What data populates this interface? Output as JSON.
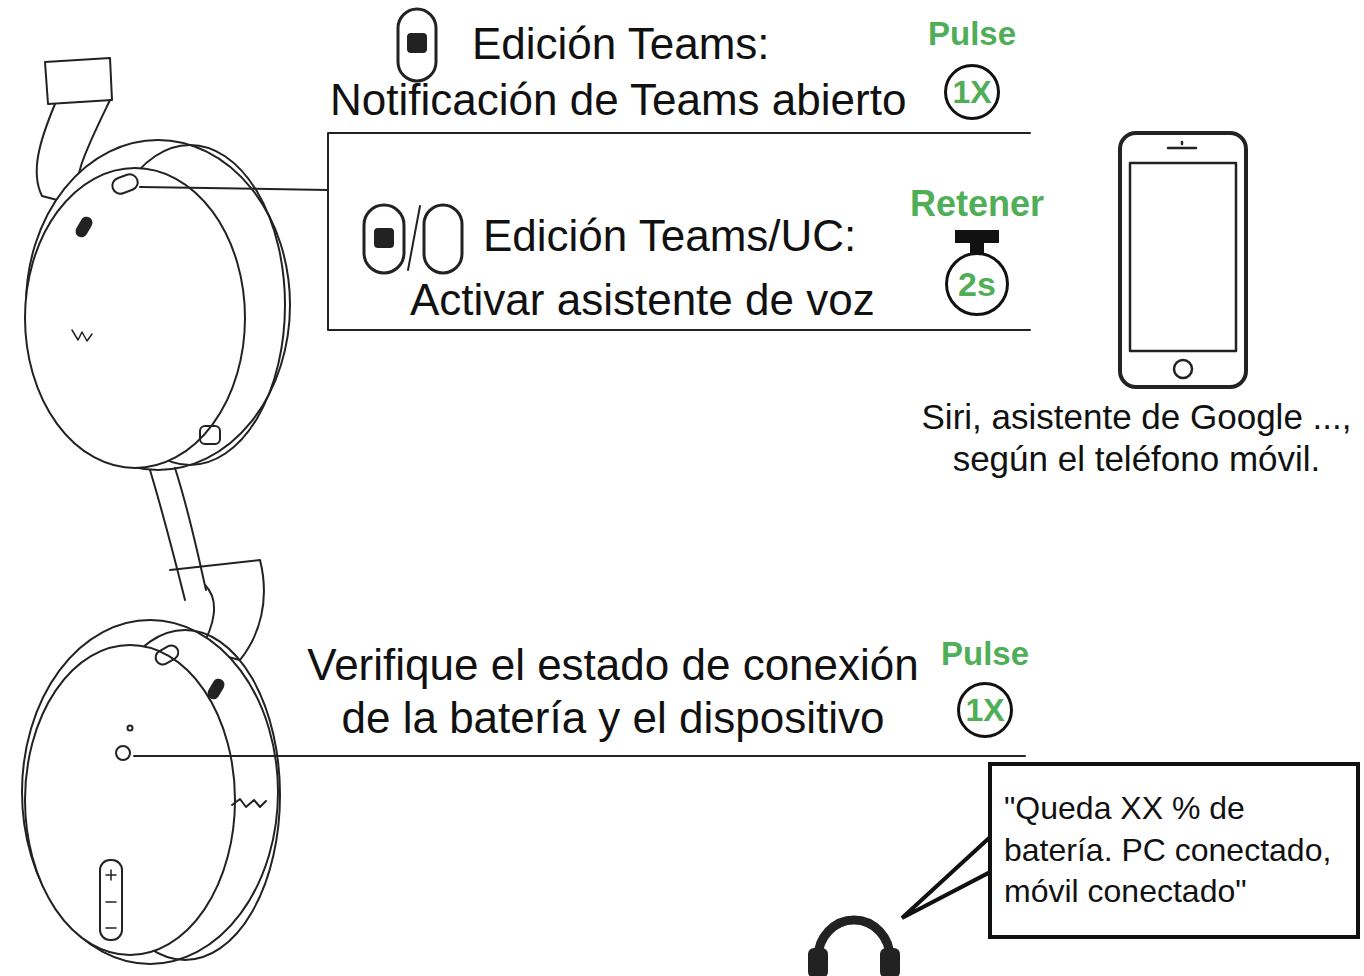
{
  "diagram": {
    "nodes": [
      {
        "text": [
          "Pulse",
          "1X"
        ]
      },
      {
        "text": [
          "Retener",
          "2s"
        ]
      },
      {
        "text": [
          "Pulse",
          "1X"
        ]
      },
      {
        "text": [
          "\"Queda XX % de batería. PC conectado, móvil conectado\""
        ]
      }
    ],
    "labels": [
      "Edición Teams:",
      "Notificación de Teams abierto",
      "Edición Teams/UC:",
      "Activar asistente de voz",
      "Siri, asistente de Google ..., según el teléfono móvil.",
      "Verifique el estado de conexión de la batería y el dispositivo"
    ]
  }
}
